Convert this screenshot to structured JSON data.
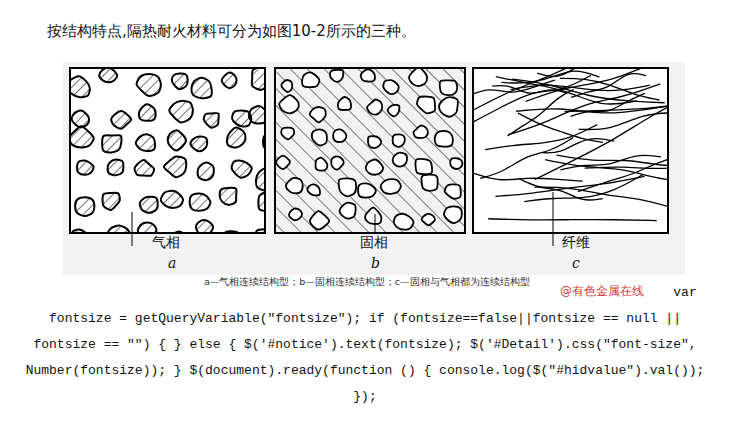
{
  "diagram": {
    "title": "按结构特点,隔热耐火材料可分为如图10-2所示的三种。",
    "caption": "a—气相连续结构型；b—固相连续结构型；c—固相与气相都为连续结构型",
    "labels": [
      "气相",
      "a",
      "固相",
      "b",
      "纤维",
      "c",
      "@有色金属在线",
      "var fontsize = getQueryVariable(\"fontsize\"); if (fontsize==false||fontsize == null || fontsize == \"\") { } else { $('#notice').text(fontsize); $('#Detail').css(\"font-size\", Number(fontsize)); } $(document).ready(function () { console.log($(\"#hidvalue\").val()); });"
    ]
  }
}
